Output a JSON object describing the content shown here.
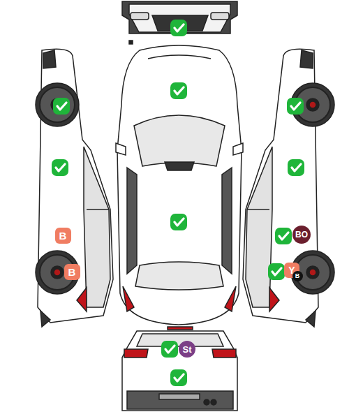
{
  "diagram": {
    "nodes": [
      {
        "text": [
          "B"
        ]
      },
      {
        "text": [
          "BO"
        ]
      },
      {
        "text": [
          "B"
        ]
      },
      {
        "text": [
          "Y"
        ]
      },
      {
        "text": [
          "B"
        ]
      },
      {
        "text": [
          "St"
        ]
      }
    ]
  }
}
